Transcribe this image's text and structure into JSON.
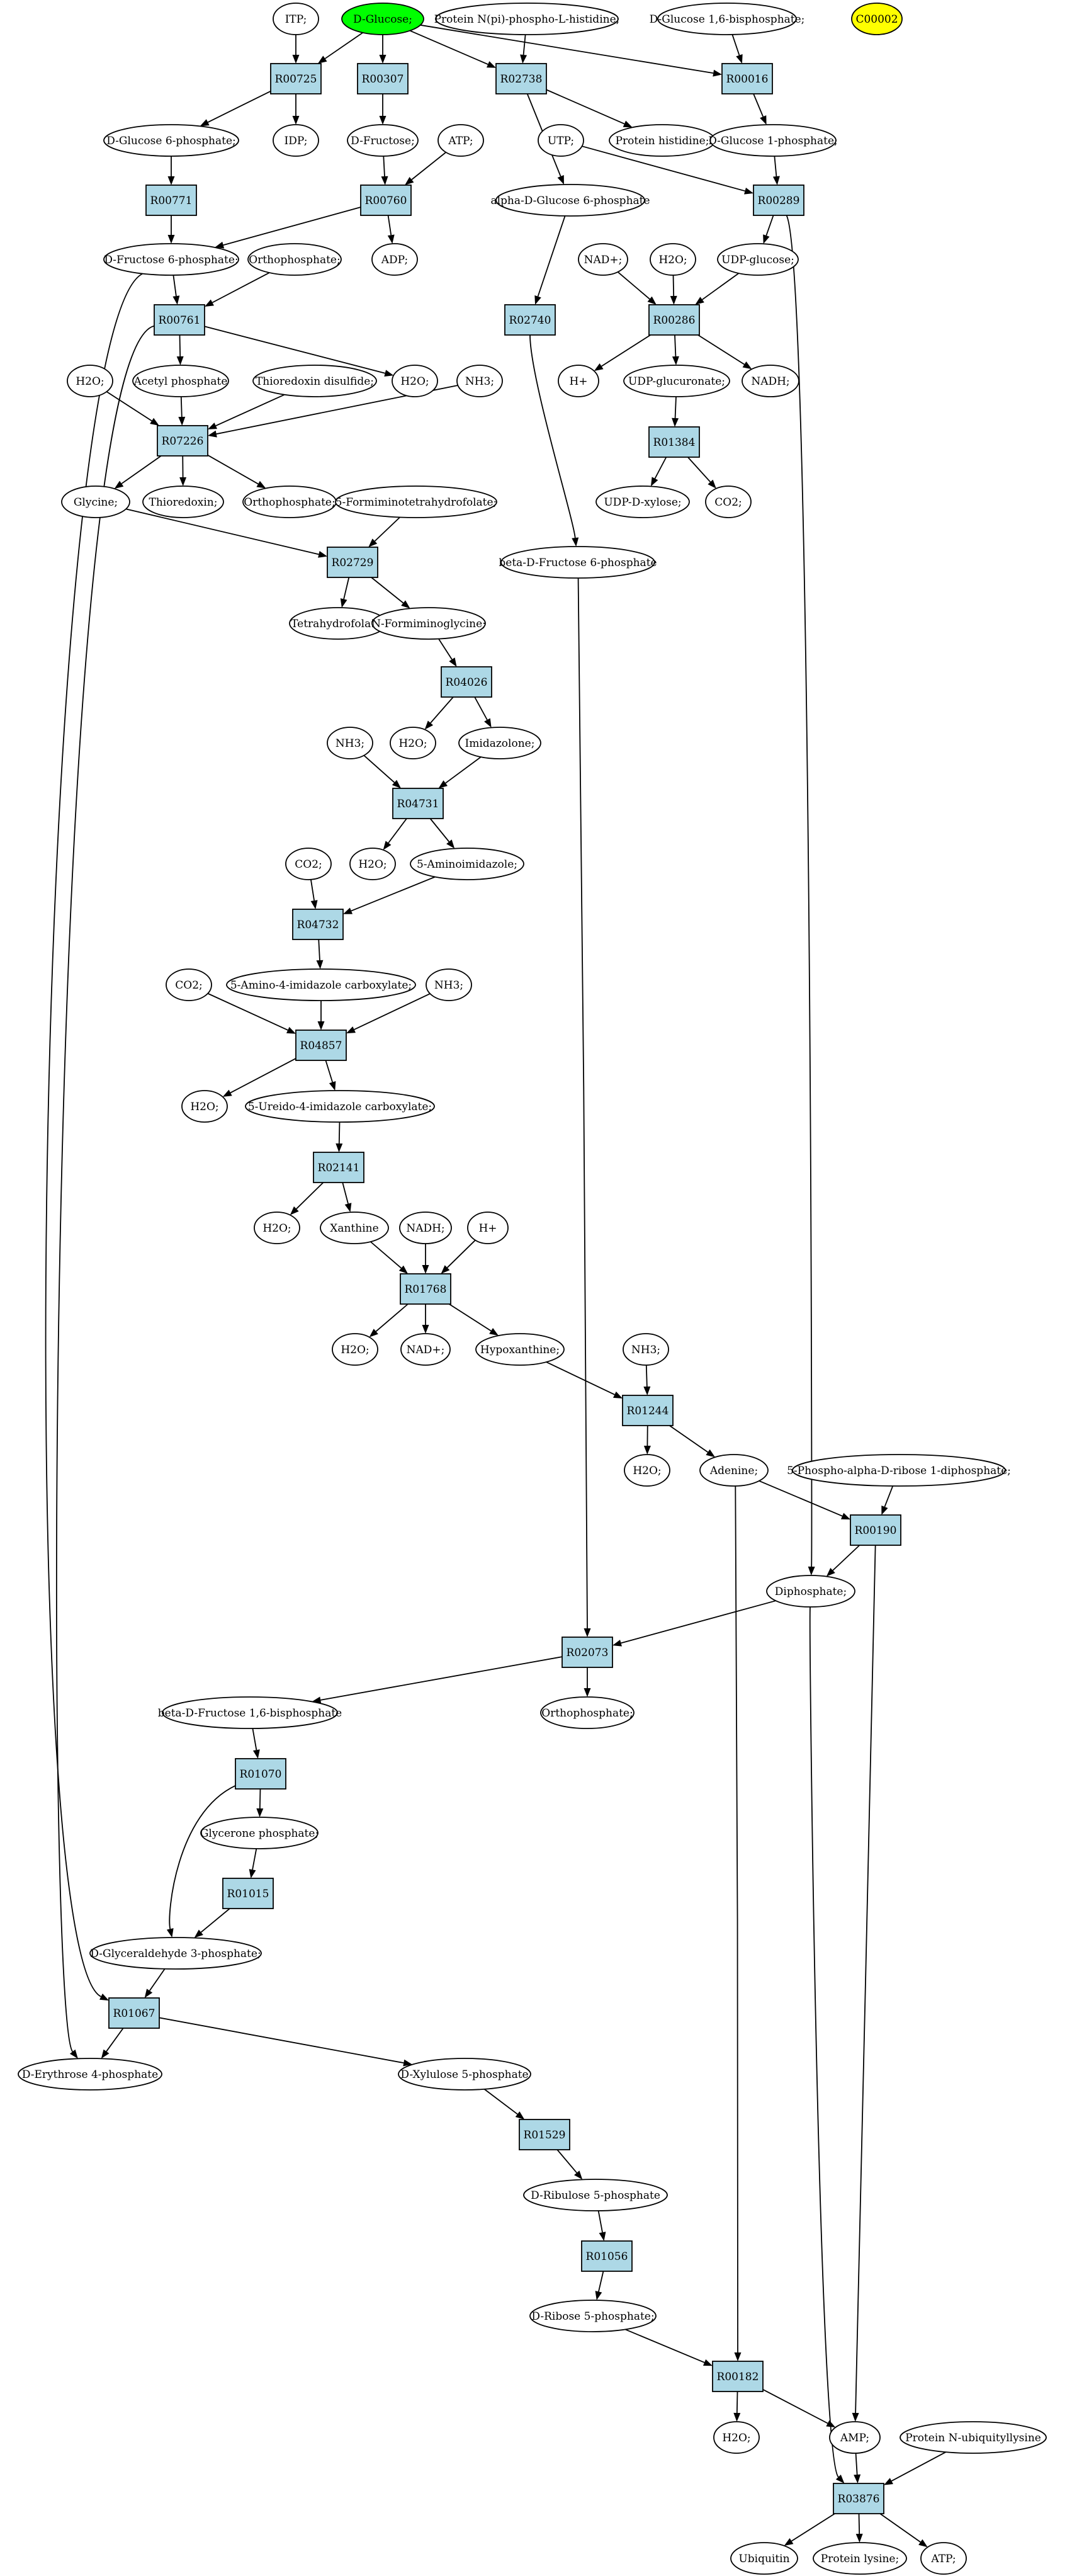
{
  "diagram": {
    "colors": {
      "reaction_fill": "#add8e6",
      "compound_fill": "#ffffff",
      "start_fill": "#00ff00",
      "highlight_fill": "#ffff00",
      "edge": "#000000"
    },
    "nodes": [
      {
        "id": "itp",
        "type": "compound",
        "label": "ITP;"
      },
      {
        "id": "dglucose",
        "type": "start",
        "label": "D-Glucose;"
      },
      {
        "id": "protnpi",
        "type": "compound",
        "label": "Protein N(pi)-phospho-L-histidine;"
      },
      {
        "id": "dg16bp",
        "type": "compound",
        "label": "D-Glucose 1,6-bisphosphate;"
      },
      {
        "id": "c00002",
        "type": "highlight",
        "label": "C00002"
      },
      {
        "id": "r00725",
        "type": "reaction",
        "label": "R00725"
      },
      {
        "id": "r00307",
        "type": "reaction",
        "label": "R00307"
      },
      {
        "id": "r02738",
        "type": "reaction",
        "label": "R02738"
      },
      {
        "id": "r00016",
        "type": "reaction",
        "label": "R00016"
      },
      {
        "id": "dg6p",
        "type": "compound",
        "label": "D-Glucose 6-phosphate;"
      },
      {
        "id": "idp",
        "type": "compound",
        "label": "IDP;"
      },
      {
        "id": "dfructose",
        "type": "compound",
        "label": "D-Fructose;"
      },
      {
        "id": "atp1",
        "type": "compound",
        "label": "ATP;"
      },
      {
        "id": "utp",
        "type": "compound",
        "label": "UTP;"
      },
      {
        "id": "prothis",
        "type": "compound",
        "label": "Protein histidine;"
      },
      {
        "id": "dg1p",
        "type": "compound",
        "label": "D-Glucose 1-phosphate;"
      },
      {
        "id": "alphadg6p",
        "type": "compound",
        "label": "alpha-D-Glucose 6-phosphate"
      },
      {
        "id": "r00771",
        "type": "reaction",
        "label": "R00771"
      },
      {
        "id": "r00760",
        "type": "reaction",
        "label": "R00760"
      },
      {
        "id": "r00289",
        "type": "reaction",
        "label": "R00289"
      },
      {
        "id": "df6p",
        "type": "compound",
        "label": "D-Fructose 6-phosphate;"
      },
      {
        "id": "orthop1",
        "type": "compound",
        "label": "Orthophosphate;"
      },
      {
        "id": "adp",
        "type": "compound",
        "label": "ADP;"
      },
      {
        "id": "nadp1",
        "type": "compound",
        "label": "NAD+;"
      },
      {
        "id": "h2o_a",
        "type": "compound",
        "label": "H2O;"
      },
      {
        "id": "udpglucose",
        "type": "compound",
        "label": "UDP-glucose;"
      },
      {
        "id": "r00761",
        "type": "reaction",
        "label": "R00761"
      },
      {
        "id": "r02740",
        "type": "reaction",
        "label": "R02740"
      },
      {
        "id": "r00286",
        "type": "reaction",
        "label": "R00286"
      },
      {
        "id": "h2o_b",
        "type": "compound",
        "label": "H2O;"
      },
      {
        "id": "acetylp",
        "type": "compound",
        "label": "Acetyl phosphate"
      },
      {
        "id": "thiodis",
        "type": "compound",
        "label": "Thioredoxin disulfide;"
      },
      {
        "id": "h2o_c",
        "type": "compound",
        "label": "H2O;"
      },
      {
        "id": "nh3_a",
        "type": "compound",
        "label": "NH3;"
      },
      {
        "id": "hplus1",
        "type": "compound",
        "label": "H+"
      },
      {
        "id": "udpgluc",
        "type": "compound",
        "label": "UDP-glucuronate;"
      },
      {
        "id": "nadh1",
        "type": "compound",
        "label": "NADH;"
      },
      {
        "id": "r07226",
        "type": "reaction",
        "label": "R07226"
      },
      {
        "id": "r01384",
        "type": "reaction",
        "label": "R01384"
      },
      {
        "id": "glycine",
        "type": "compound",
        "label": "Glycine;"
      },
      {
        "id": "thioredoxin",
        "type": "compound",
        "label": "Thioredoxin;"
      },
      {
        "id": "orthop2",
        "type": "compound",
        "label": "Orthophosphate;"
      },
      {
        "id": "formthf",
        "type": "compound",
        "label": "5-Formiminotetrahydrofolate;"
      },
      {
        "id": "udpxylose",
        "type": "compound",
        "label": "UDP-D-xylose;"
      },
      {
        "id": "co2_a",
        "type": "compound",
        "label": "CO2;"
      },
      {
        "id": "bdf6p",
        "type": "compound",
        "label": "beta-D-Fructose 6-phosphate"
      },
      {
        "id": "r02729",
        "type": "reaction",
        "label": "R02729"
      },
      {
        "id": "thf",
        "type": "compound",
        "label": "Tetrahydrofolate;"
      },
      {
        "id": "nformgly",
        "type": "compound",
        "label": "N-Formiminoglycine;"
      },
      {
        "id": "r04026",
        "type": "reaction",
        "label": "R04026"
      },
      {
        "id": "nh3_b",
        "type": "compound",
        "label": "NH3;"
      },
      {
        "id": "h2o_d",
        "type": "compound",
        "label": "H2O;"
      },
      {
        "id": "imidazolone",
        "type": "compound",
        "label": "Imidazolone;"
      },
      {
        "id": "r04731",
        "type": "reaction",
        "label": "R04731"
      },
      {
        "id": "co2_b",
        "type": "compound",
        "label": "CO2;"
      },
      {
        "id": "h2o_e",
        "type": "compound",
        "label": "H2O;"
      },
      {
        "id": "aminoimid",
        "type": "compound",
        "label": "5-Aminoimidazole;"
      },
      {
        "id": "r04732",
        "type": "reaction",
        "label": "R04732"
      },
      {
        "id": "co2_c",
        "type": "compound",
        "label": "CO2;"
      },
      {
        "id": "aicarb",
        "type": "compound",
        "label": "5-Amino-4-imidazole carboxylate;"
      },
      {
        "id": "nh3_c",
        "type": "compound",
        "label": "NH3;"
      },
      {
        "id": "r04857",
        "type": "reaction",
        "label": "R04857"
      },
      {
        "id": "h2o_f",
        "type": "compound",
        "label": "H2O;"
      },
      {
        "id": "uicarb",
        "type": "compound",
        "label": "5-Ureido-4-imidazole carboxylate;"
      },
      {
        "id": "r02141",
        "type": "reaction",
        "label": "R02141"
      },
      {
        "id": "h2o_g",
        "type": "compound",
        "label": "H2O;"
      },
      {
        "id": "xanthine",
        "type": "compound",
        "label": "Xanthine"
      },
      {
        "id": "nadh2",
        "type": "compound",
        "label": "NADH;"
      },
      {
        "id": "hplus2",
        "type": "compound",
        "label": "H+"
      },
      {
        "id": "r01768",
        "type": "reaction",
        "label": "R01768"
      },
      {
        "id": "h2o_h",
        "type": "compound",
        "label": "H2O;"
      },
      {
        "id": "nadp2",
        "type": "compound",
        "label": "NAD+;"
      },
      {
        "id": "hypox",
        "type": "compound",
        "label": "Hypoxanthine;"
      },
      {
        "id": "nh3_d",
        "type": "compound",
        "label": "NH3;"
      },
      {
        "id": "r01244",
        "type": "reaction",
        "label": "R01244"
      },
      {
        "id": "h2o_i",
        "type": "compound",
        "label": "H2O;"
      },
      {
        "id": "adenine",
        "type": "compound",
        "label": "Adenine;"
      },
      {
        "id": "prpp",
        "type": "compound",
        "label": "5-Phospho-alpha-D-ribose 1-diphosphate;"
      },
      {
        "id": "r00190",
        "type": "reaction",
        "label": "R00190"
      },
      {
        "id": "diphosphate",
        "type": "compound",
        "label": "Diphosphate;"
      },
      {
        "id": "r02073",
        "type": "reaction",
        "label": "R02073"
      },
      {
        "id": "bdf16bp",
        "type": "compound",
        "label": "beta-D-Fructose 1,6-bisphosphate"
      },
      {
        "id": "orthop3",
        "type": "compound",
        "label": "Orthophosphate;"
      },
      {
        "id": "r01070",
        "type": "reaction",
        "label": "R01070"
      },
      {
        "id": "glycp",
        "type": "compound",
        "label": "Glycerone phosphate;"
      },
      {
        "id": "r01015",
        "type": "reaction",
        "label": "R01015"
      },
      {
        "id": "dga3p",
        "type": "compound",
        "label": "D-Glyceraldehyde 3-phosphate;"
      },
      {
        "id": "r01067",
        "type": "reaction",
        "label": "R01067"
      },
      {
        "id": "de4p",
        "type": "compound",
        "label": "D-Erythrose 4-phosphate"
      },
      {
        "id": "dx5p",
        "type": "compound",
        "label": "D-Xylulose 5-phosphate"
      },
      {
        "id": "r01529",
        "type": "reaction",
        "label": "R01529"
      },
      {
        "id": "dribu5p",
        "type": "compound",
        "label": "D-Ribulose 5-phosphate"
      },
      {
        "id": "r01056",
        "type": "reaction",
        "label": "R01056"
      },
      {
        "id": "dr5p",
        "type": "compound",
        "label": "D-Ribose 5-phosphate;"
      },
      {
        "id": "r00182",
        "type": "reaction",
        "label": "R00182"
      },
      {
        "id": "h2o_j",
        "type": "compound",
        "label": "H2O;"
      },
      {
        "id": "amp",
        "type": "compound",
        "label": "AMP;"
      },
      {
        "id": "protnub",
        "type": "compound",
        "label": "Protein N-ubiquityllysine"
      },
      {
        "id": "r03876",
        "type": "reaction",
        "label": "R03876"
      },
      {
        "id": "ubiquitin",
        "type": "compound",
        "label": "Ubiquitin"
      },
      {
        "id": "protlys",
        "type": "compound",
        "label": "Protein lysine;"
      },
      {
        "id": "atp2",
        "type": "compound",
        "label": "ATP;"
      }
    ],
    "edges": [
      [
        "itp",
        "r00725"
      ],
      [
        "dglucose",
        "r00725"
      ],
      [
        "dglucose",
        "r00307"
      ],
      [
        "dglucose",
        "r02738"
      ],
      [
        "dglucose",
        "r00016"
      ],
      [
        "protnpi",
        "r02738"
      ],
      [
        "dg16bp",
        "r00016"
      ],
      [
        "r00725",
        "dg6p"
      ],
      [
        "r00725",
        "idp"
      ],
      [
        "r00307",
        "dfructose"
      ],
      [
        "r02738",
        "prothis"
      ],
      [
        "r02738",
        "alphadg6p"
      ],
      [
        "r00016",
        "dg1p"
      ],
      [
        "dg6p",
        "r00771"
      ],
      [
        "dfructose",
        "r00760"
      ],
      [
        "atp1",
        "r00760"
      ],
      [
        "utp",
        "r00289"
      ],
      [
        "dg1p",
        "r00289"
      ],
      [
        "r00771",
        "df6p"
      ],
      [
        "r00760",
        "df6p"
      ],
      [
        "r00760",
        "adp"
      ],
      [
        "r00289",
        "udpglucose"
      ],
      [
        "r00289",
        "diphosphate"
      ],
      [
        "df6p",
        "r00761"
      ],
      [
        "orthop1",
        "r00761"
      ],
      [
        "alphadg6p",
        "r02740"
      ],
      [
        "nadp1",
        "r00286"
      ],
      [
        "h2o_a",
        "r00286"
      ],
      [
        "udpglucose",
        "r00286"
      ],
      [
        "r00761",
        "acetylp"
      ],
      [
        "r00761",
        "h2o_c"
      ],
      [
        "r00761",
        "de4p"
      ],
      [
        "r00286",
        "hplus1"
      ],
      [
        "r00286",
        "udpgluc"
      ],
      [
        "r00286",
        "nadh1"
      ],
      [
        "h2o_b",
        "r07226"
      ],
      [
        "acetylp",
        "r07226"
      ],
      [
        "thiodis",
        "r07226"
      ],
      [
        "nh3_a",
        "r07226"
      ],
      [
        "udpgluc",
        "r01384"
      ],
      [
        "r01384",
        "udpxylose"
      ],
      [
        "r01384",
        "co2_a"
      ],
      [
        "r07226",
        "glycine"
      ],
      [
        "r07226",
        "thioredoxin"
      ],
      [
        "r07226",
        "orthop2"
      ],
      [
        "r02740",
        "bdf6p"
      ],
      [
        "glycine",
        "r02729"
      ],
      [
        "formthf",
        "r02729"
      ],
      [
        "r02729",
        "thf"
      ],
      [
        "r02729",
        "nformgly"
      ],
      [
        "nformgly",
        "r04026"
      ],
      [
        "r04026",
        "h2o_d"
      ],
      [
        "r04026",
        "imidazolone"
      ],
      [
        "nh3_b",
        "r04731"
      ],
      [
        "imidazolone",
        "r04731"
      ],
      [
        "r04731",
        "h2o_e"
      ],
      [
        "r04731",
        "aminoimid"
      ],
      [
        "co2_b",
        "r04732"
      ],
      [
        "aminoimid",
        "r04732"
      ],
      [
        "r04732",
        "aicarb"
      ],
      [
        "co2_c",
        "r04857"
      ],
      [
        "aicarb",
        "r04857"
      ],
      [
        "nh3_c",
        "r04857"
      ],
      [
        "r04857",
        "h2o_f"
      ],
      [
        "r04857",
        "uicarb"
      ],
      [
        "uicarb",
        "r02141"
      ],
      [
        "r02141",
        "h2o_g"
      ],
      [
        "r02141",
        "xanthine"
      ],
      [
        "xanthine",
        "r01768"
      ],
      [
        "nadh2",
        "r01768"
      ],
      [
        "hplus2",
        "r01768"
      ],
      [
        "r01768",
        "h2o_h"
      ],
      [
        "r01768",
        "nadp2"
      ],
      [
        "r01768",
        "hypox"
      ],
      [
        "hypox",
        "r01244"
      ],
      [
        "nh3_d",
        "r01244"
      ],
      [
        "r01244",
        "h2o_i"
      ],
      [
        "r01244",
        "adenine"
      ],
      [
        "adenine",
        "r00190"
      ],
      [
        "prpp",
        "r00190"
      ],
      [
        "adenine",
        "r00182"
      ],
      [
        "r00190",
        "diphosphate"
      ],
      [
        "r00190",
        "amp"
      ],
      [
        "bdf6p",
        "r02073"
      ],
      [
        "diphosphate",
        "r02073"
      ],
      [
        "diphosphate",
        "r03876"
      ],
      [
        "r02073",
        "bdf16bp"
      ],
      [
        "r02073",
        "orthop3"
      ],
      [
        "bdf16bp",
        "r01070"
      ],
      [
        "r01070",
        "glycp"
      ],
      [
        "r01070",
        "dga3p"
      ],
      [
        "glycp",
        "r01015"
      ],
      [
        "r01015",
        "dga3p"
      ],
      [
        "df6p",
        "r01067"
      ],
      [
        "dga3p",
        "r01067"
      ],
      [
        "r01067",
        "de4p"
      ],
      [
        "r01067",
        "dx5p"
      ],
      [
        "dx5p",
        "r01529"
      ],
      [
        "r01529",
        "dribu5p"
      ],
      [
        "dribu5p",
        "r01056"
      ],
      [
        "r01056",
        "dr5p"
      ],
      [
        "dr5p",
        "r00182"
      ],
      [
        "r00182",
        "h2o_j"
      ],
      [
        "r00182",
        "amp"
      ],
      [
        "amp",
        "r03876"
      ],
      [
        "protnub",
        "r03876"
      ],
      [
        "r03876",
        "ubiquitin"
      ],
      [
        "r03876",
        "protlys"
      ],
      [
        "r03876",
        "atp2"
      ]
    ]
  }
}
